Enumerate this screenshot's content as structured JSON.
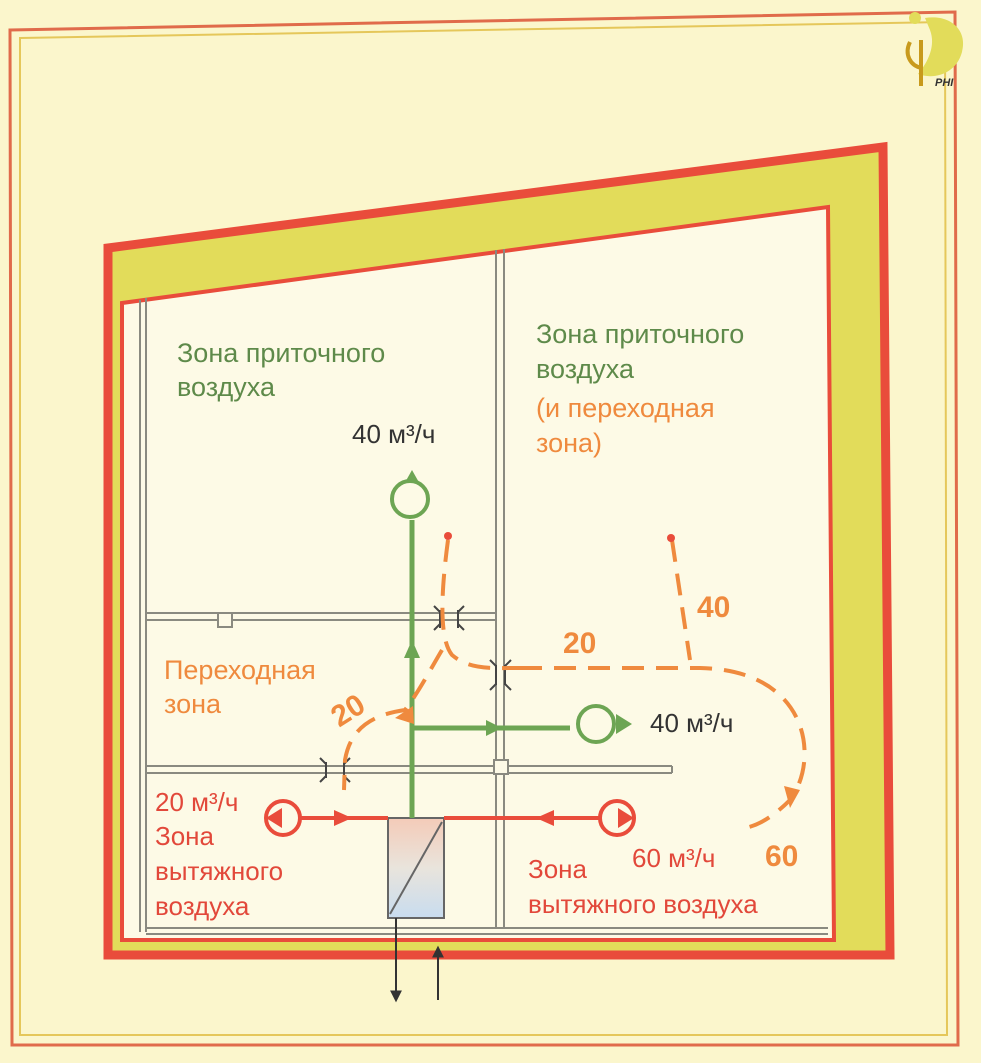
{
  "logo": {
    "text": "PHI",
    "icon": "phi-logo-icon"
  },
  "colors": {
    "supply": "#6da553",
    "transfer": "#ef8a3e",
    "extract": "#e94c3b",
    "wall": "#e94c3b",
    "insulation": "#e2dc5a",
    "background": "#fbf6cc"
  },
  "zones": {
    "supply_left": [
      "Зона приточного",
      "воздуха"
    ],
    "supply_right": [
      "Зона приточного",
      "воздуха"
    ],
    "supply_right_note": [
      "(и переходная",
      "зона)"
    ],
    "transfer": [
      "Переходная",
      "зона"
    ],
    "extract_left": [
      "Зона",
      "вытяжного",
      "воздуха"
    ],
    "extract_right": [
      "Зона",
      "вытяжного воздуха"
    ]
  },
  "flows": {
    "supply_up": "40 м³/ч",
    "supply_right": "40 м³/ч",
    "extract_left": "20 м³/ч",
    "extract_right": "60 м³/ч"
  },
  "transfer_values": {
    "left": "20",
    "middle": "20",
    "upper_right": "40",
    "lower_right": "60"
  }
}
